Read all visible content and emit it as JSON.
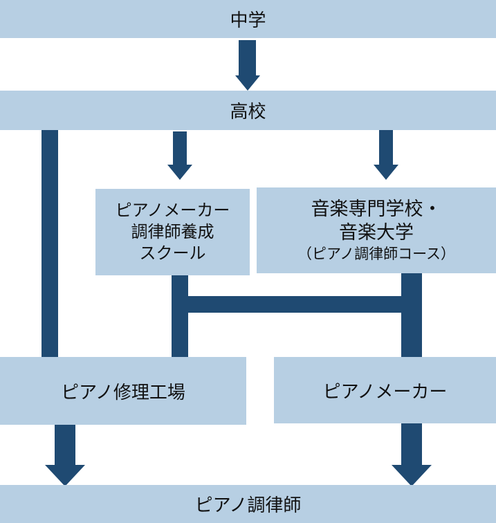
{
  "colors": {
    "box": "#b7cfe3",
    "arrow": "#1f4a72",
    "text": "#111111"
  },
  "nodes": {
    "junior_high": "中学",
    "high_school": "高校",
    "maker_school": {
      "lines": [
        "ピアノメーカー",
        "調律師養成",
        "スクール"
      ]
    },
    "music_college": {
      "lines": [
        "音楽専門学校・",
        "音楽大学",
        "（ピアノ調律師コース）"
      ]
    },
    "repair_shop": "ピアノ修理工場",
    "piano_maker": "ピアノメーカー",
    "tuner": "ピアノ調律師"
  }
}
